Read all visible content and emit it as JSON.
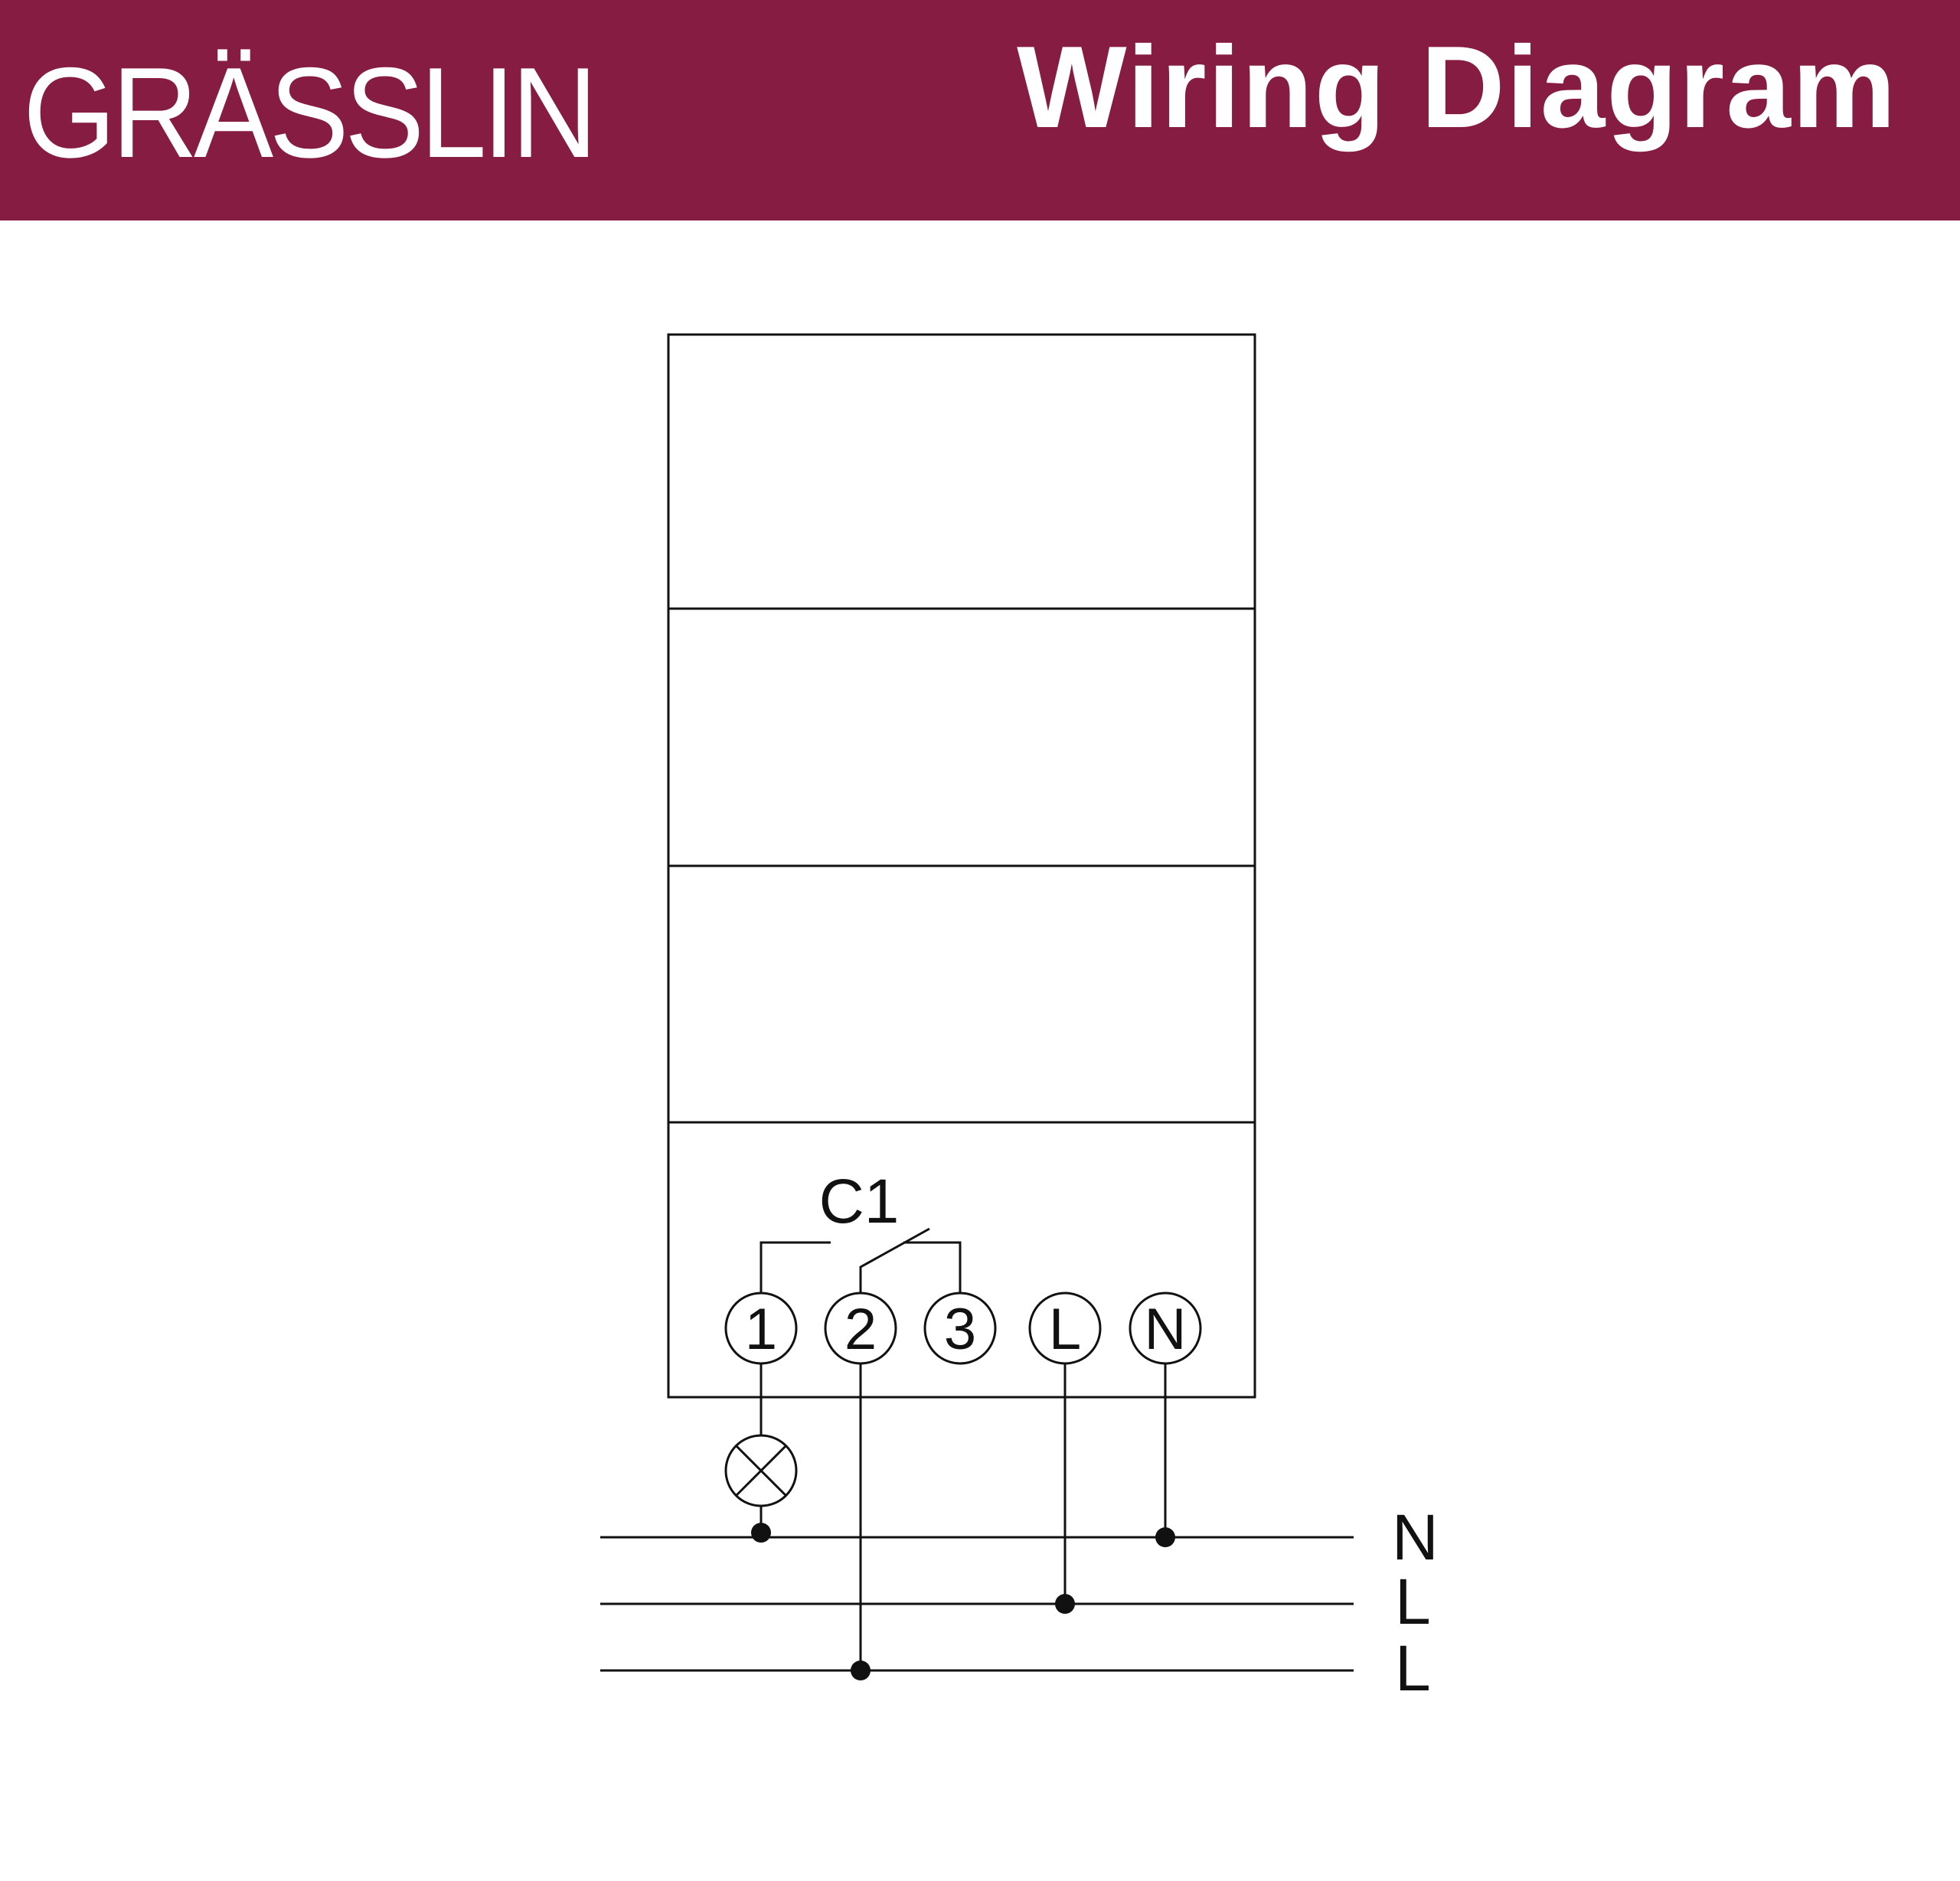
{
  "header": {
    "brand": "GRÄSSLIN",
    "title": "Wiring Diagram",
    "background_color": "#861c41",
    "text_color": "#ffffff"
  },
  "diagram": {
    "contact_label": "C1",
    "terminals": [
      "1",
      "2",
      "3",
      "L",
      "N"
    ],
    "supply_lines": [
      "N",
      "L",
      "L"
    ],
    "load_symbol": "lamp-icon",
    "line_color": "#111111"
  }
}
